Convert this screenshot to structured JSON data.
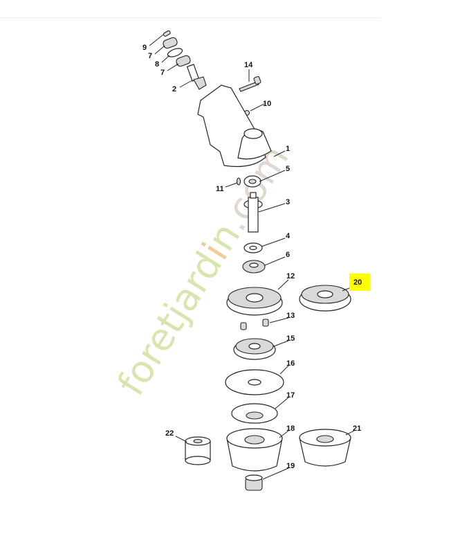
{
  "diagram": {
    "highlight_color": "#ffff00",
    "watermark": {
      "text_main": "foretjard",
      "text_accent": "i",
      "text_tail": "n",
      "text_domain": ".com",
      "color_main": "#b5d36b",
      "color_accent": "#f0a040",
      "color_domain": "#c8b8a8"
    },
    "labels": {
      "p9": "9",
      "p7a": "7",
      "p8": "8",
      "p7b": "7",
      "p2": "2",
      "p14": "14",
      "p10": "10",
      "p1": "1",
      "p5": "5",
      "p11": "11",
      "p3": "3",
      "p4": "4",
      "p6": "6",
      "p12": "12",
      "p20": "20",
      "p13": "13",
      "p15": "15",
      "p16": "16",
      "p17": "17",
      "p18": "18",
      "p22": "22",
      "p21": "21",
      "p19": "19"
    }
  }
}
